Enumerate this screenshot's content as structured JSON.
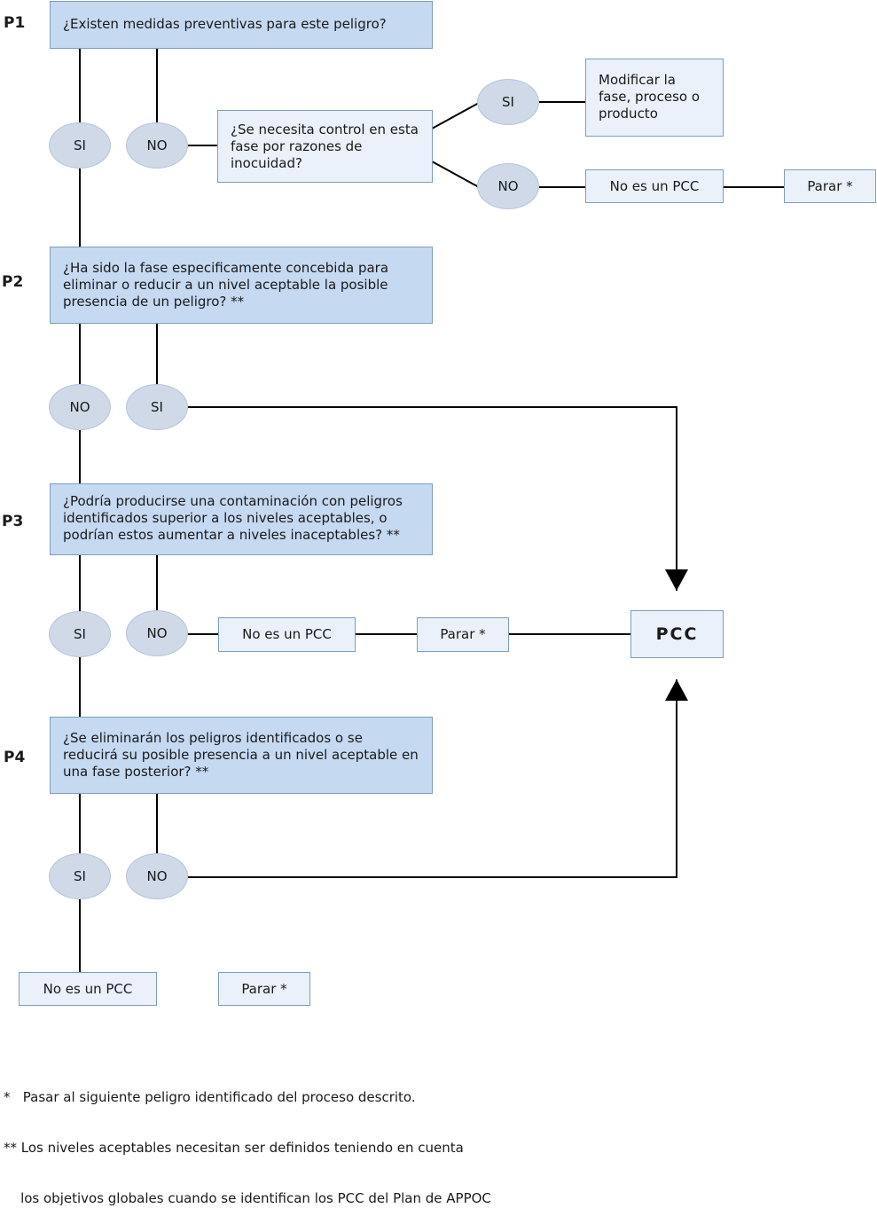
{
  "questions": {
    "p1": {
      "label": "P1",
      "text": "¿Existen medidas preventivas para este peligro?"
    },
    "p1b": {
      "text": "¿Se necesita control en esta fase por razones de inocuidad?"
    },
    "p2": {
      "label": "P2",
      "text": "¿Ha sido la fase especificamente concebida para eliminar o reducir a un nivel aceptable la posible presencia de un peligro? **"
    },
    "p3": {
      "label": "P3",
      "text": "¿Podría producirse una contaminación con peligros identificados superior a los niveles aceptables, o podrían estos aumentar a niveles inaceptables? **"
    },
    "p4": {
      "label": "P4",
      "text": "¿Se eliminarán los peligros identificados o se reducirá su posible presencia a un nivel aceptable en una fase posterior? **"
    }
  },
  "answers": {
    "si": "SI",
    "no": "NO"
  },
  "results": {
    "modify": "Modificar la fase, proceso o producto",
    "not_ccp": "No es un PCC",
    "stop": "Parar *",
    "ccp": "PCC"
  },
  "notes": {
    "line1": "*   Pasar al siguiente peligro identificado del proceso descrito.",
    "line2": "** Los niveles aceptables necesitan ser definidos teniendo en cuenta",
    "line3": "    los objetivos globales cuando se identifican los PCC del Plan de APPOC"
  },
  "colors": {
    "question_fill": "#c5d9f1",
    "result_fill": "#eaf1fa",
    "ellipse_fill": "#cfd9e8",
    "line": "#000000"
  }
}
